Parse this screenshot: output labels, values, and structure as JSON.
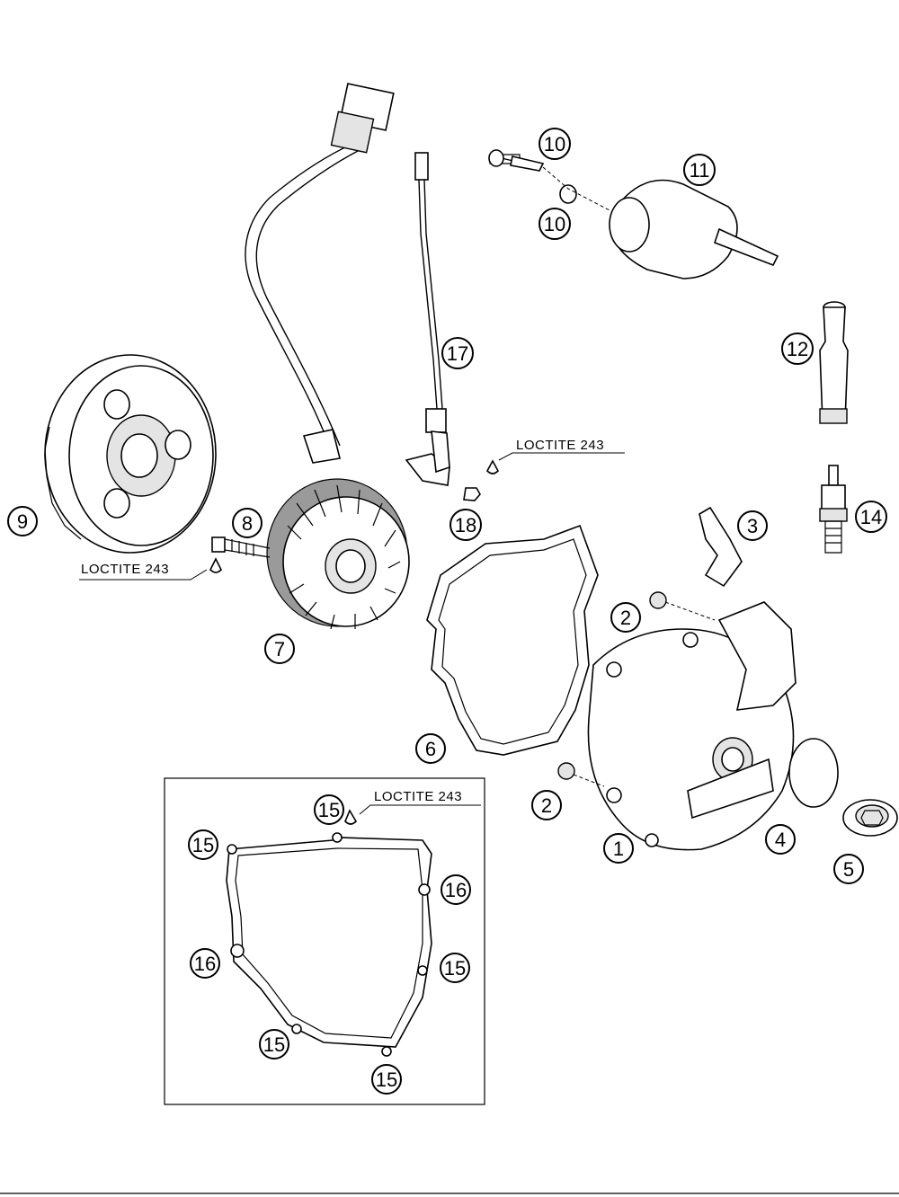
{
  "callouts": {
    "c1": "1",
    "c2a": "2",
    "c2b": "2",
    "c3": "3",
    "c4": "4",
    "c5": "5",
    "c6": "6",
    "c7": "7",
    "c8": "8",
    "c9": "9",
    "c10a": "10",
    "c10b": "10",
    "c11": "11",
    "c12": "12",
    "c14": "14",
    "c15a": "15",
    "c15b": "15",
    "c15c": "15",
    "c15d": "15",
    "c15e": "15",
    "c16a": "16",
    "c16b": "16",
    "c17": "17",
    "c18": "18"
  },
  "notes": {
    "loctite_upper": "LOCTITE 243",
    "loctite_left": "LOCTITE 243",
    "loctite_box": "LOCTITE 243"
  },
  "colors": {
    "line": "#000000",
    "background": "#ffffff",
    "shade": "#e4e4e4"
  }
}
